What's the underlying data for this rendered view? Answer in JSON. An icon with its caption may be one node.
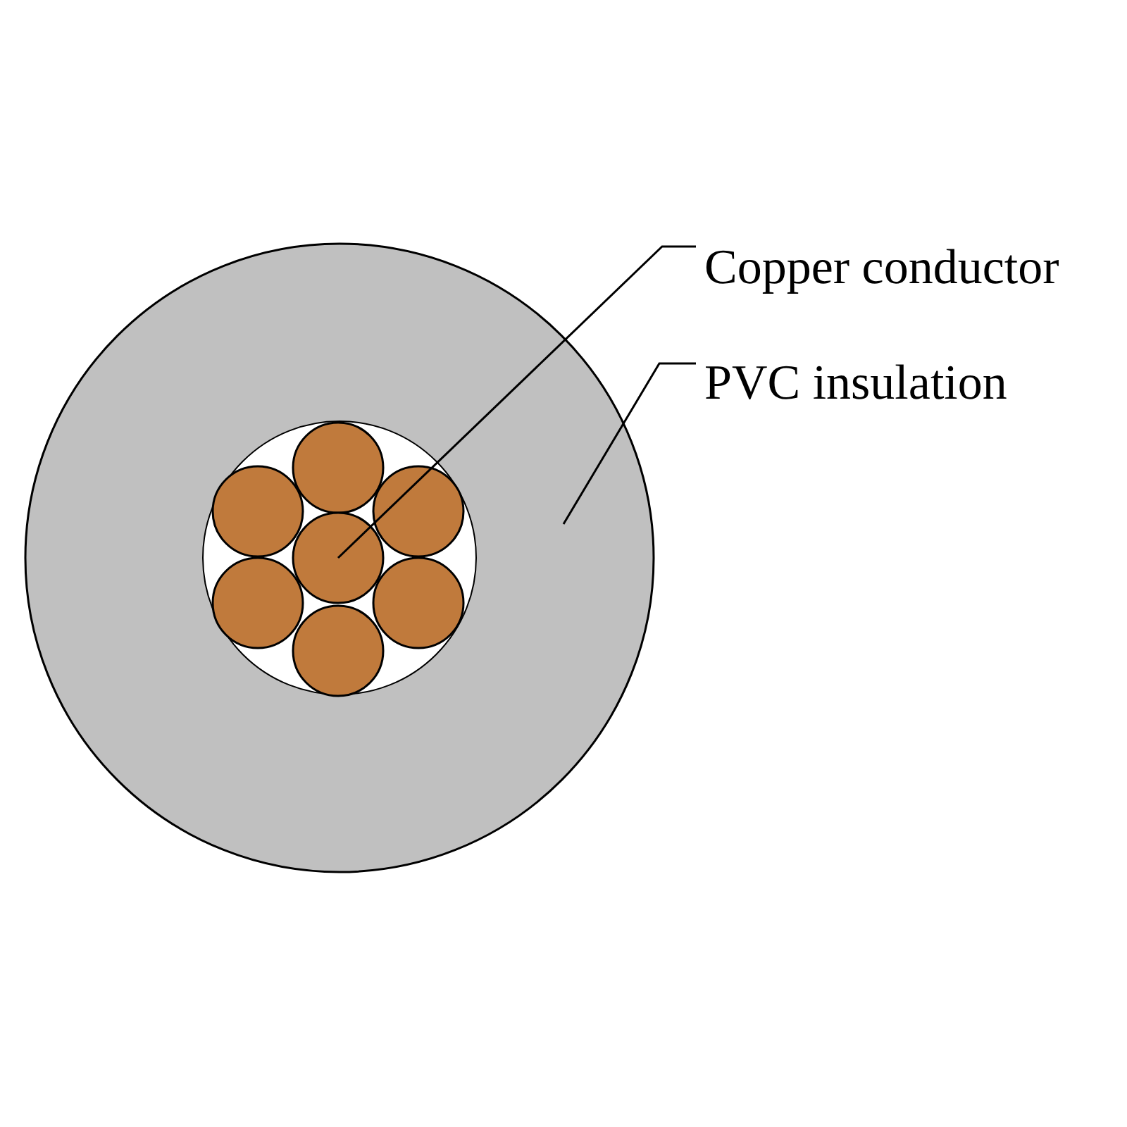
{
  "diagram": {
    "nodes": [
      {
        "text": [
          "Copper conductor"
        ]
      },
      {
        "text": [
          "PVC insulation"
        ]
      },
      {
        "text": [],
        "shape": "circle",
        "in": 3
      },
      {
        "text": [],
        "shape": "circle"
      }
    ],
    "edges": [
      {
        "from": 0,
        "to": 2,
        "arrow": "none"
      },
      {
        "from": 1,
        "to": 3,
        "arrow": "none"
      }
    ]
  }
}
